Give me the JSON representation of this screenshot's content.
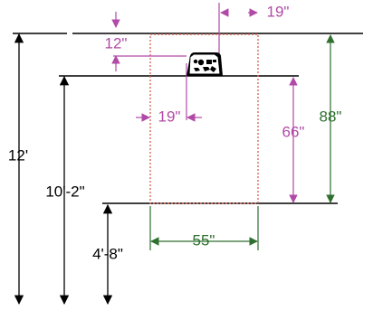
{
  "colors": {
    "black": "#000000",
    "magenta": "#b14aa6",
    "green": "#2f6f2f",
    "red": "#d86b5c"
  },
  "labels": {
    "top_right_19": "19\"",
    "left_12": "12\"",
    "left_19": "19\"",
    "right_66": "66\"",
    "right_88": "88\"",
    "height_12": "12'",
    "height_10_2": "10'-2\"",
    "height_4_8": "4'-8\"",
    "width_55": "55\""
  },
  "icons": {
    "device": "electrical-box-icon"
  }
}
